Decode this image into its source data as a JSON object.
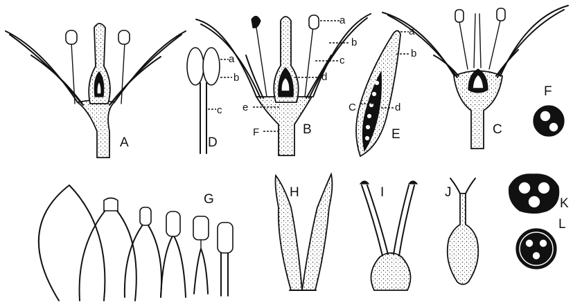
{
  "figures": {
    "A": {
      "label": "A"
    },
    "B": {
      "label": "B",
      "parts": {
        "a": "a",
        "b": "b",
        "c": "c",
        "d": "d",
        "e": "e",
        "f": "F"
      }
    },
    "C": {
      "label": "C"
    },
    "D": {
      "label": "D",
      "parts": {
        "a": "a",
        "b": "b",
        "c": "c"
      }
    },
    "E": {
      "label": "E",
      "parts": {
        "a": "a",
        "b": "b",
        "c": "C",
        "d": "d"
      }
    },
    "F": {
      "label": "F"
    },
    "G": {
      "label": "G"
    },
    "H": {
      "label": "H"
    },
    "I": {
      "label": "I"
    },
    "J": {
      "label": "J"
    },
    "K": {
      "label": "K"
    },
    "L": {
      "label": "L"
    }
  }
}
